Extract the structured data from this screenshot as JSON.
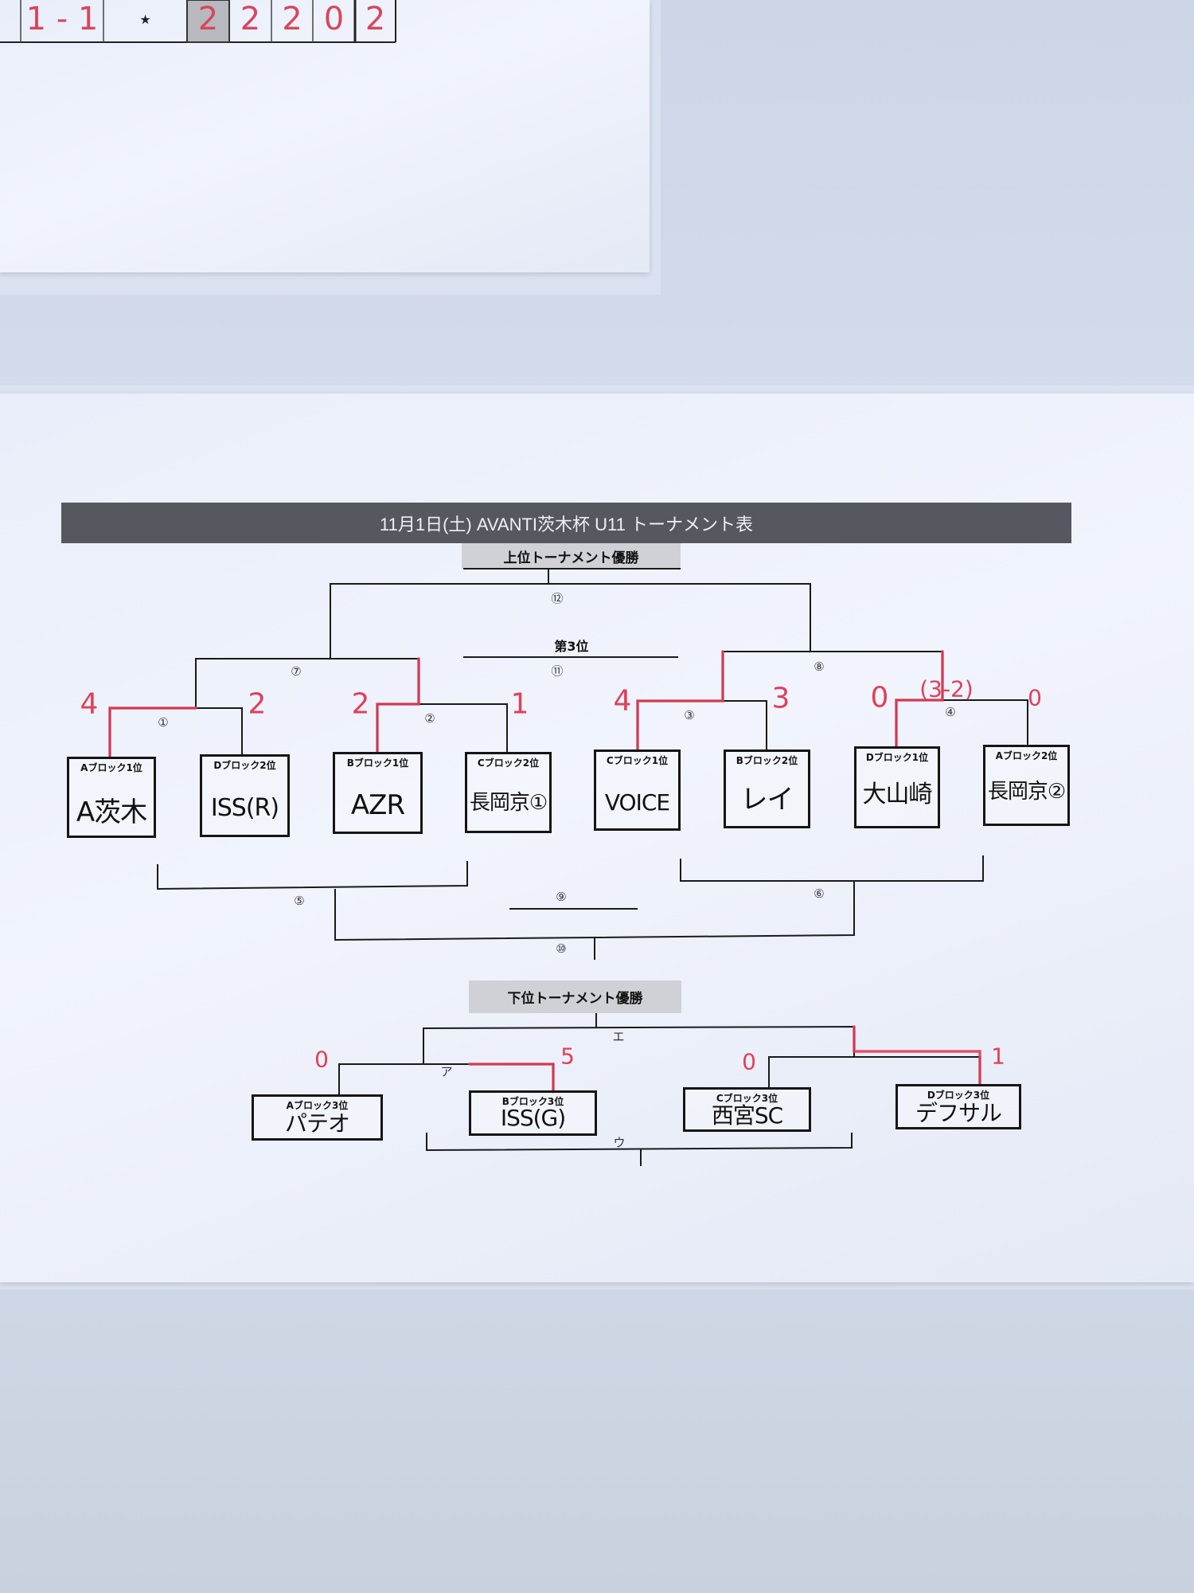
{
  "top_sheet": {
    "cells": [
      "1 - 1",
      "★",
      "2",
      "2",
      "2",
      "0",
      "2"
    ]
  },
  "title": "11月1日(土)  AVANTI茨木杯  U11  トーナメント表",
  "upper": {
    "champion_label": "上位トーナメント優勝",
    "third_place_label": "第3位",
    "match_numbers": {
      "m1": "①",
      "m2": "②",
      "m3": "③",
      "m4": "④",
      "m5": "⑤",
      "m6": "⑥",
      "m7": "⑦",
      "m8": "⑧",
      "m9": "⑨",
      "m10": "⑩",
      "m11": "⑪",
      "m12": "⑫"
    },
    "teams": [
      {
        "slot": "Aブロック1位",
        "name": "A茨木",
        "score": "4"
      },
      {
        "slot": "Dブロック2位",
        "name": "ISS(R)",
        "score": "2"
      },
      {
        "slot": "Bブロック1位",
        "name": "AZR",
        "score": "2"
      },
      {
        "slot": "Cブロック2位",
        "name": "長岡京①",
        "score": "1"
      },
      {
        "slot": "Cブロック1位",
        "name": "VOICE",
        "score": "4"
      },
      {
        "slot": "Bブロック2位",
        "name": "レイ",
        "score": "3"
      },
      {
        "slot": "Dブロック1位",
        "name": "大山崎",
        "score": "0"
      },
      {
        "slot": "Aブロック2位",
        "name": "長岡京②",
        "score": "0"
      }
    ],
    "pk_note": "(3-2)"
  },
  "lower": {
    "champion_label": "下位トーナメント優勝",
    "match_labels": {
      "a": "ア",
      "e": "エ",
      "u": "ウ"
    },
    "teams": [
      {
        "slot": "Aブロック3位",
        "name": "パテオ",
        "score": "0"
      },
      {
        "slot": "Bブロック3位",
        "name": "ISS(G)",
        "score": "5"
      },
      {
        "slot": "Cブロック3位",
        "name": "西宮SC",
        "score": "0"
      },
      {
        "slot": "Dブロック3位",
        "name": "デフサル",
        "score": "1"
      }
    ]
  },
  "colors": {
    "ink": "#151515",
    "red": "#e0405a",
    "title_bar": "#55595f"
  }
}
